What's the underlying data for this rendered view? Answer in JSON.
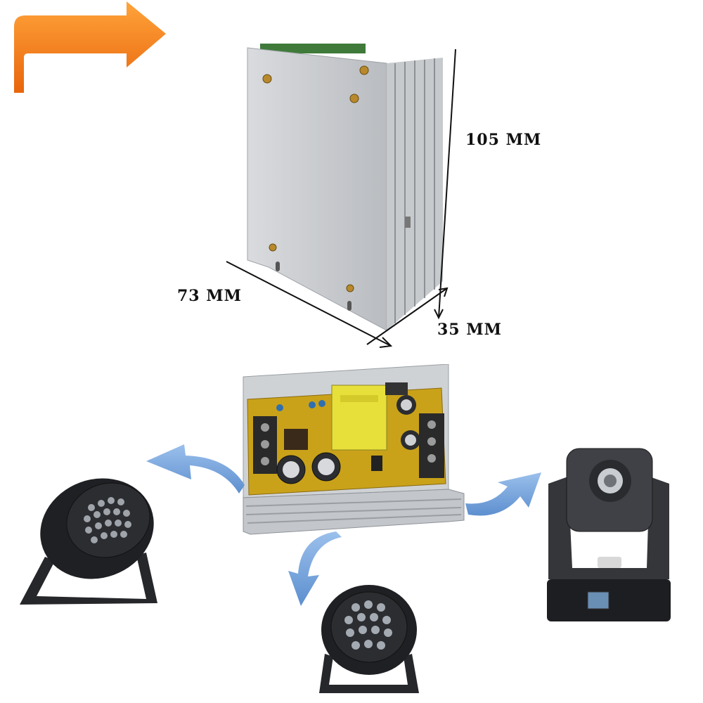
{
  "dimensions": {
    "height": "105 MM",
    "width": "73 MM",
    "depth": "35 MM"
  },
  "colors": {
    "accent_orange": "#f58220",
    "heatsink": "#c9cccf",
    "pcb": "#c9a21a",
    "transformer": "#e8e03a",
    "flow_arrow": "#6e9fd8",
    "fixture": "#1e1f22"
  },
  "images": {
    "power_supply_side": "heatsink-power-supply",
    "power_supply_open": "power-supply-board",
    "fixture_left": "par-light-24-led",
    "fixture_bottom": "par-light-18-led",
    "fixture_right": "moving-head-light"
  }
}
